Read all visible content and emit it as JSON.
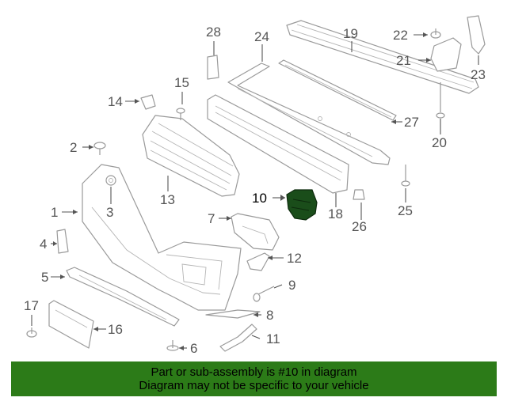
{
  "diagram": {
    "highlighted_part": "10",
    "callouts": [
      "1",
      "2",
      "3",
      "4",
      "5",
      "6",
      "7",
      "8",
      "9",
      "10",
      "11",
      "12",
      "13",
      "14",
      "15",
      "16",
      "17",
      "18",
      "19",
      "20",
      "21",
      "22",
      "23",
      "24",
      "25",
      "26",
      "27",
      "28"
    ]
  },
  "banner": {
    "line1": "Part or sub-assembly is #10 in diagram",
    "line2": "Diagram may not be specific to your vehicle",
    "background": "#2c7b18",
    "text_color": "#000000"
  },
  "colors": {
    "line_art": "#9a9a9a",
    "highlight": "#1a4d1a"
  }
}
